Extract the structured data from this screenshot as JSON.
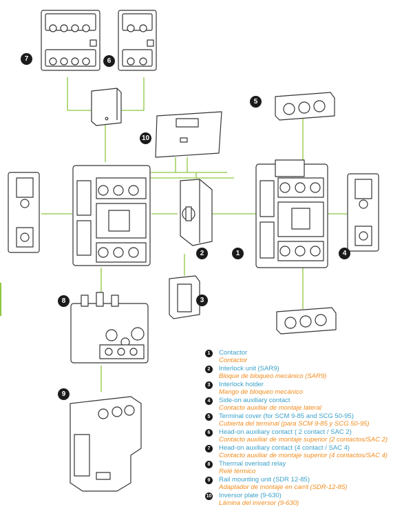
{
  "colors": {
    "english": "#3aa0c8",
    "spanish": "#f08c1e",
    "connector": "#8dc63f",
    "outline": "#333333",
    "badge": "#1b1b1b"
  },
  "callouts": [
    {
      "id": "contactor",
      "number": "1"
    },
    {
      "id": "interlock-unit",
      "number": "2"
    },
    {
      "id": "interlock-holder",
      "number": "3"
    },
    {
      "id": "side-on-aux",
      "number": "4"
    },
    {
      "id": "terminal-cover",
      "number": "5"
    },
    {
      "id": "head-on-aux-2",
      "number": "6"
    },
    {
      "id": "head-on-aux-4",
      "number": "7"
    },
    {
      "id": "thermal-relay",
      "number": "8"
    },
    {
      "id": "rail-mount",
      "number": "9"
    },
    {
      "id": "inversor-plate",
      "number": "10"
    }
  ],
  "legend": [
    {
      "number": "1",
      "en": "Contactor",
      "es": "Contactor"
    },
    {
      "number": "2",
      "en": "Interlock unit (SAR9)",
      "es": "Bloque de bloqueo mecánico (SAR9)"
    },
    {
      "number": "3",
      "en": "Interlock holder",
      "es": "Mango de bloqueo mecánico"
    },
    {
      "number": "4",
      "en": "Side-on auxiliary contact",
      "es": "Contacto auxiliar de montaje lateral"
    },
    {
      "number": "5",
      "en": "Terminal cover (for SCM 9-85 and SCG 50-95)",
      "es": "Cubierta del terminal (para SCM 9-85 y SCG 50-95)"
    },
    {
      "number": "6",
      "en": "Head-on auxiliary contact ( 2 contact / SAC 2)",
      "es": "Contacto auxiliar de montaje superior (2 contactos/SAC 2)"
    },
    {
      "number": "7",
      "en": "Head-on auxiliary contact (4 contact / SAC 4)",
      "es": "Contacto auxiliar de montaje superior (4 contactos/SAC 4)"
    },
    {
      "number": "8",
      "en": "Thermal overload relay",
      "es": "Relé térmico"
    },
    {
      "number": "9",
      "en": "Rail mounting unit (SDR 12-85)",
      "es": "Adaptador de montaje en carril (SDR-12-85)"
    },
    {
      "number": "10",
      "en": "Inversor plate (9-630)",
      "es": "Lámina del inversor (9-630)"
    }
  ]
}
